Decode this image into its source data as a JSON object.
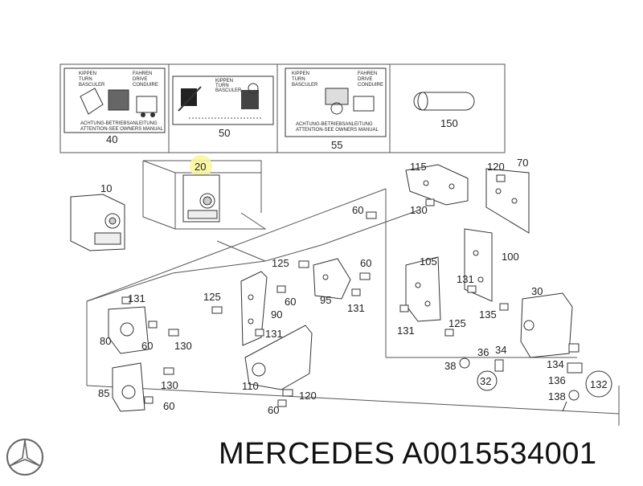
{
  "labels_sheet": {
    "sticker_40": {
      "lines": [
        "KIPPEN",
        "TURN",
        "BASCULER",
        "FAHREN",
        "DRIVE",
        "CONDUIRE",
        "ACHTUNG-BETRIEBSANLEITUNG",
        "ATTENTION-SEE OWNERS MANUAL"
      ],
      "part_no": "40"
    },
    "sticker_50": {
      "lines": [
        "KIPPEN",
        "TURN",
        "BASCULER"
      ],
      "part_no": "50"
    },
    "sticker_55": {
      "lines": [
        "KIPPEN",
        "TURN",
        "BASCULER",
        "FAHREN",
        "DRIVE",
        "CONDUIRE",
        "ACHTUNG-BETRIEBSANLEITUNG",
        "ATTENTION-SEE OWNERS MANUAL"
      ],
      "part_no": "55"
    },
    "part_150": "150"
  },
  "callouts": {
    "p10": "10",
    "p20": "20",
    "p115": "115",
    "p120a": "120",
    "p70": "70",
    "p130a": "130",
    "p60a": "60",
    "p105": "105",
    "p100": "100",
    "p125a": "125",
    "p60b": "60",
    "p125b": "125",
    "p60c": "60",
    "p95": "95",
    "p131a": "131",
    "p131b": "131",
    "p90": "90",
    "p131c": "131",
    "p80": "80",
    "p60d": "60",
    "p130b": "130",
    "p131d": "131",
    "p131e": "131",
    "p125c": "125",
    "p30": "30",
    "p135": "135",
    "p36": "36",
    "p34": "34",
    "p38": "38",
    "p32": "32",
    "p134": "134",
    "p136": "136",
    "p132": "132",
    "p138": "138",
    "p85": "85",
    "p130c": "130",
    "p60e": "60",
    "p110": "110",
    "p120b": "120",
    "p60f": "60"
  },
  "footer": {
    "brand_code": "MERCEDES A0015534001"
  },
  "logo": {
    "icon": "mercedes-star-icon"
  }
}
